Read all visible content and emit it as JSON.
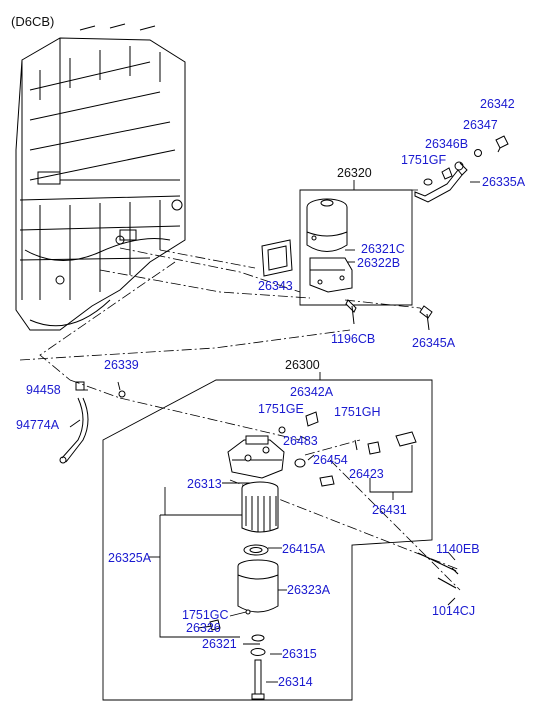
{
  "header": {
    "model_code": "(D6CB)"
  },
  "colors": {
    "link_label": "#1a1ad0",
    "plain_label": "#111111",
    "line": "#000000"
  },
  "labels": {
    "p26342": "26342",
    "p26347": "26347",
    "p26346B": "26346B",
    "p1751GF": "1751GF",
    "p26320": "26320",
    "p26335A": "26335A",
    "p26321C": "26321C",
    "p26322B": "26322B",
    "p26343": "26343",
    "p1196CB": "1196CB",
    "p26345A": "26345A",
    "p26339": "26339",
    "p26300": "26300",
    "p94458": "94458",
    "p26342A": "26342A",
    "p94774A": "94774A",
    "p1751GE": "1751GE",
    "p1751GH": "1751GH",
    "p26483": "26483",
    "p26454": "26454",
    "p26423": "26423",
    "p26313": "26313",
    "p26431": "26431",
    "p26415A": "26415A",
    "p1140EB": "1140EB",
    "p26325A": "26325A",
    "p26323A": "26323A",
    "p1751GC": "1751GC",
    "p1014CJ": "1014CJ",
    "p26326": "26326",
    "p26321": "26321",
    "p26315": "26315",
    "p26314": "26314"
  }
}
